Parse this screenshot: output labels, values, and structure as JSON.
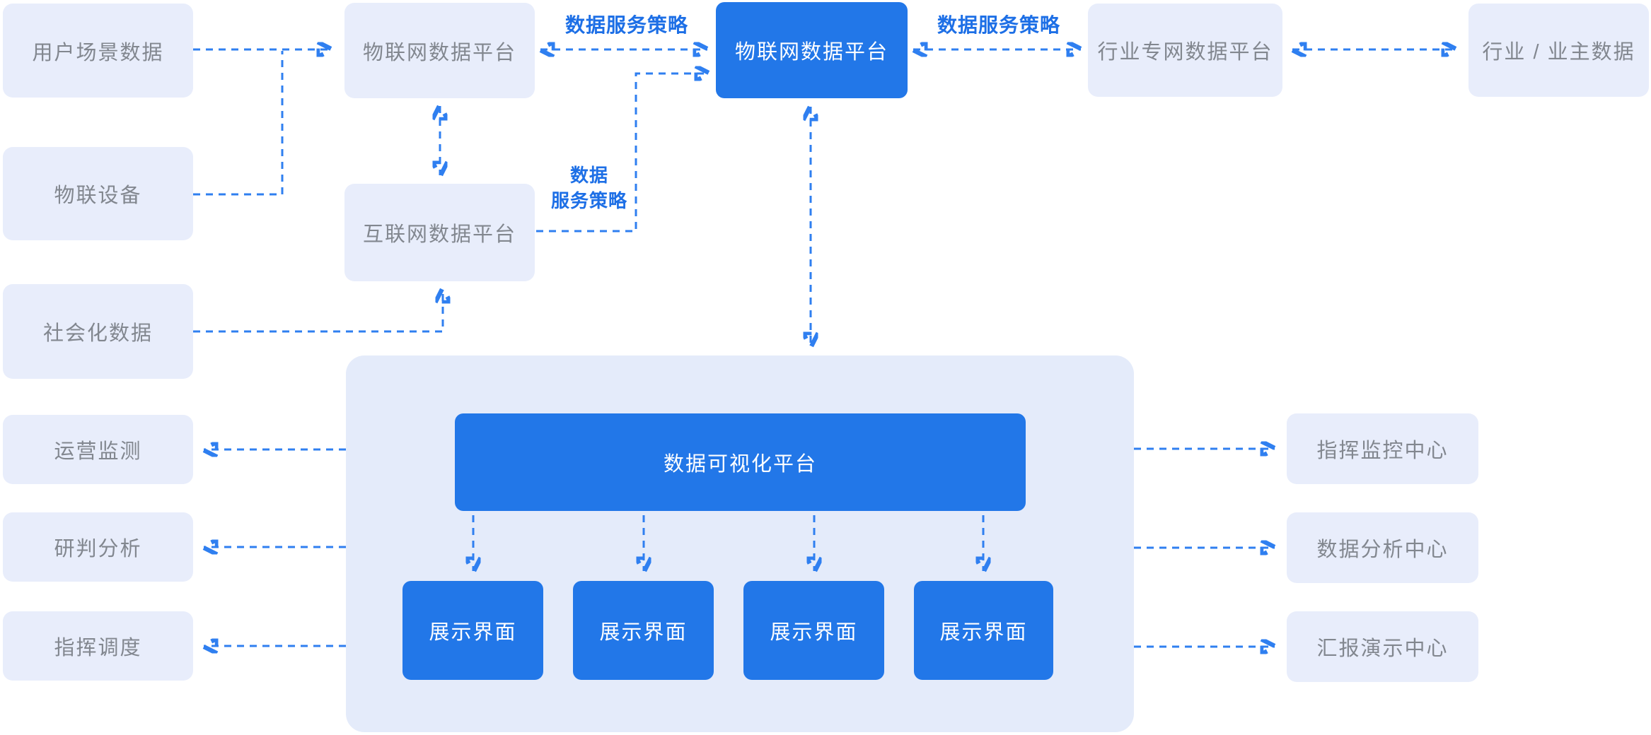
{
  "palette": {
    "background": "#FFFFFF",
    "box_light": "#E8EDFB",
    "panel_light": "#E4EBFA",
    "box_blue": "#2277E8",
    "text_gray": "#82878F",
    "text_white": "#FFFFFF",
    "arrow_blue": "#2F7FF0",
    "label_blue": "#1D6FE6"
  },
  "nodes": {
    "user_scene": {
      "label": "用户场景数据"
    },
    "iot_devices": {
      "label": "物联设备"
    },
    "social_data": {
      "label": "社会化数据"
    },
    "op_monitoring": {
      "label": "运营监测"
    },
    "judgment_analysis": {
      "label": "研判分析"
    },
    "command_dispatch": {
      "label": "指挥调度"
    },
    "iot_platform": {
      "label": "物联网数据平台"
    },
    "internet_platform": {
      "label": "互联网数据平台"
    },
    "iot_hub": {
      "label": "物联网数据平台"
    },
    "industry_private": {
      "label": "行业专网数据平台"
    },
    "industry_owner": {
      "label": "行业 / 业主数据"
    },
    "dataviz": {
      "label": "数据可视化平台"
    },
    "display_1": {
      "label": "展示界面"
    },
    "display_2": {
      "label": "展示界面"
    },
    "display_3": {
      "label": "展示界面"
    },
    "display_4": {
      "label": "展示界面"
    },
    "command_center": {
      "label": "指挥监控中心"
    },
    "data_center": {
      "label": "数据分析中心"
    },
    "report_center": {
      "label": "汇报演示中心"
    }
  },
  "edge_labels": {
    "service_policy_left": "数据服务策略",
    "service_policy_right": "数据服务策略",
    "service_policy_mid_line1": "数据",
    "service_policy_mid_line2": "服务策略"
  }
}
